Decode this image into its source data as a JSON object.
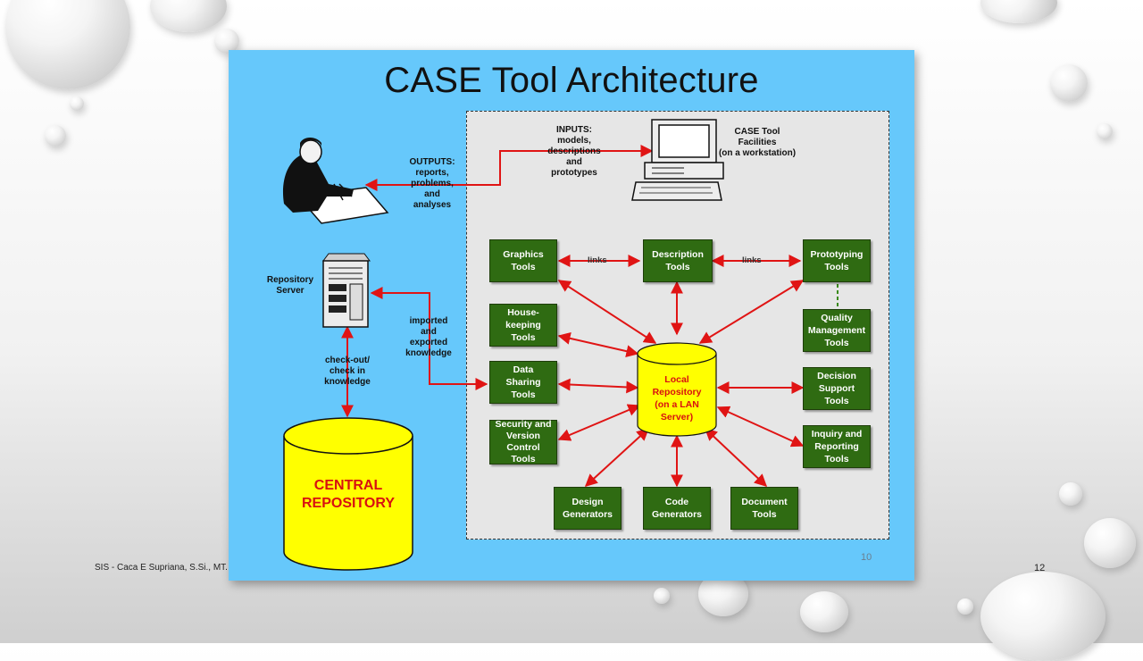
{
  "slide": {
    "title": "CASE Tool Architecture",
    "slide_number": "10",
    "colors": {
      "background": "#66c8fb",
      "tool_box": "#2f6b12",
      "arrow": "#e01414",
      "repository": "#ffff00"
    }
  },
  "footer": {
    "author": "SIS - Caca E Supriana, S.Si., MT.",
    "page": "12"
  },
  "labels": {
    "inputs": [
      "INPUTS:",
      "models,",
      "descriptions",
      "and",
      "prototypes"
    ],
    "outputs": [
      "OUTPUTS:",
      "reports,",
      "problems,",
      "and",
      "analyses"
    ],
    "facilities": [
      "CASE Tool",
      "Facilities",
      "(on a workstation)"
    ],
    "repository_server": [
      "Repository",
      "Server"
    ],
    "imported": [
      "imported",
      "and",
      "exported",
      "knowledge"
    ],
    "checkout": [
      "check-out/",
      "check in",
      "knowledge"
    ],
    "links_left": "links",
    "links_right": "links"
  },
  "tools": {
    "graphics": "Graphics\nTools",
    "description": "Description\nTools",
    "prototyping": "Prototyping\nTools",
    "housekeeping": "House-\nkeeping\nTools",
    "data_sharing": "Data\nSharing\nTools",
    "security": "Security and\nVersion\nControl\nTools",
    "quality": "Quality\nManagement\nTools",
    "decision": "Decision\nSupport\nTools",
    "inquiry": "Inquiry and\nReporting\nTools",
    "design_gen": "Design\nGenerators",
    "code_gen": "Code\nGenerators",
    "document": "Document\nTools"
  },
  "local_repository": [
    "Local",
    "Repository",
    "(on a LAN",
    "Server)"
  ],
  "central_repository": [
    "CENTRAL",
    "REPOSITORY"
  ]
}
